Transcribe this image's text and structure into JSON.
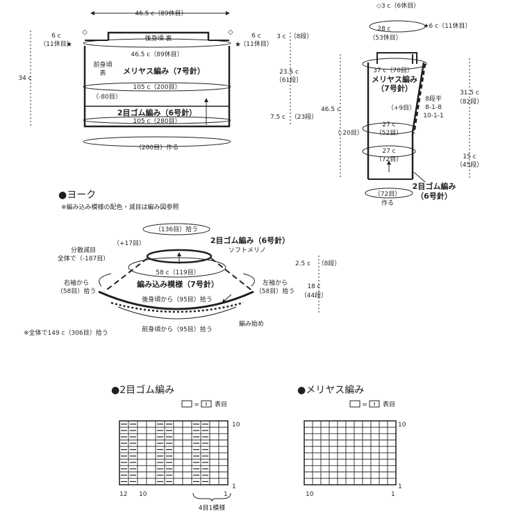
{
  "body": {
    "width_top": "46.5 c（89休目）",
    "left_shoulder": "6 c",
    "left_shoulder_rest": "（11休目）",
    "right_shoulder": "6 c",
    "right_shoulder_rest": "（11休目）",
    "title": "後身頃 裏",
    "neck_count": "46.5 c（89休目）",
    "front_label_1": "前身頃",
    "front_label_2": "表",
    "main_stitch": "メリヤス編み（7号針）",
    "width_mid": "105 c（200目）",
    "decrease": "（-80目）",
    "rib_stitch": "2目ゴム編み（6号針）",
    "width_bottom": "105 c（280目）",
    "cast_on": "（280目）作る",
    "height_total": "34 c",
    "top_height": "3 c",
    "top_rows": "（8段）",
    "mid_height": "23.5 c",
    "mid_rows": "（61段）",
    "bottom_height": "7.5 c",
    "bottom_rows": "（23段）"
  },
  "sleeve": {
    "top_small": "◇3 c（6休目）",
    "top_width": "28 c",
    "top_rest": "（53休目）",
    "star_label": "★6 c（11休目）",
    "upper_width": "37 c（70目）",
    "main_stitch_1": "メリヤス編み",
    "main_stitch_2": "（7号針）",
    "increase": "（+9目）",
    "incr_1": "8段平",
    "incr_2": "8-1-8",
    "incr_3": "10-1-1",
    "height_total": "46.5 c",
    "upper_height": "31.5 c",
    "upper_rows": "（82段）",
    "mid_width_1": "27 c",
    "mid_width_2": "（52目）",
    "decrease": "（-20目）",
    "cuff_width_1": "27 c",
    "cuff_width_2": "（72目）",
    "cuff_height": "15 c",
    "cuff_rows": "（45段）",
    "rib_stitch_1": "2目ゴム編み",
    "rib_stitch_2": "（6号針）",
    "cast_on_1": "（72目）",
    "cast_on_2": "作る"
  },
  "yoke": {
    "heading": "●ヨーク",
    "note": "※編み込み模様の配色・減目は編み図参照",
    "pickup_top": "（136目）拾う",
    "increase": "（+17目）",
    "rib_stitch": "2目ゴム編み（6号針）",
    "bind_off": "ソフトメリノ",
    "dec_1": "分散減目",
    "dec_2": "全体で（-187目）",
    "neck_width": "58 c（119目）",
    "pattern": "編み込み模様（7号針）",
    "right_sleeve_1": "右袖から",
    "right_sleeve_2": "（58目）拾う",
    "left_sleeve_1": "左袖から",
    "left_sleeve_2": "（58目）拾う",
    "back_pickup": "後身頃から（95目）拾う",
    "front_pickup": "前身頃から（95目）拾う",
    "start": "編み始め",
    "total": "※全体で149 c（306目）拾う",
    "top_height": "2.5 c",
    "top_rows": "（8段）",
    "height": "18 c",
    "height_rows": "（44段）"
  },
  "chart_rib": {
    "heading": "●2目ゴム編み",
    "legend_eq": "=",
    "legend_text": "表目",
    "row_top": "10",
    "row_bottom": "1",
    "col_12": "12",
    "col_10": "10",
    "col_1": "1",
    "repeat": "4目1模様"
  },
  "chart_stockinette": {
    "heading": "●メリヤス編み",
    "legend_eq": "=",
    "legend_text": "表目",
    "row_top": "10",
    "row_bottom": "1",
    "col_10": "10",
    "col_1": "1"
  }
}
